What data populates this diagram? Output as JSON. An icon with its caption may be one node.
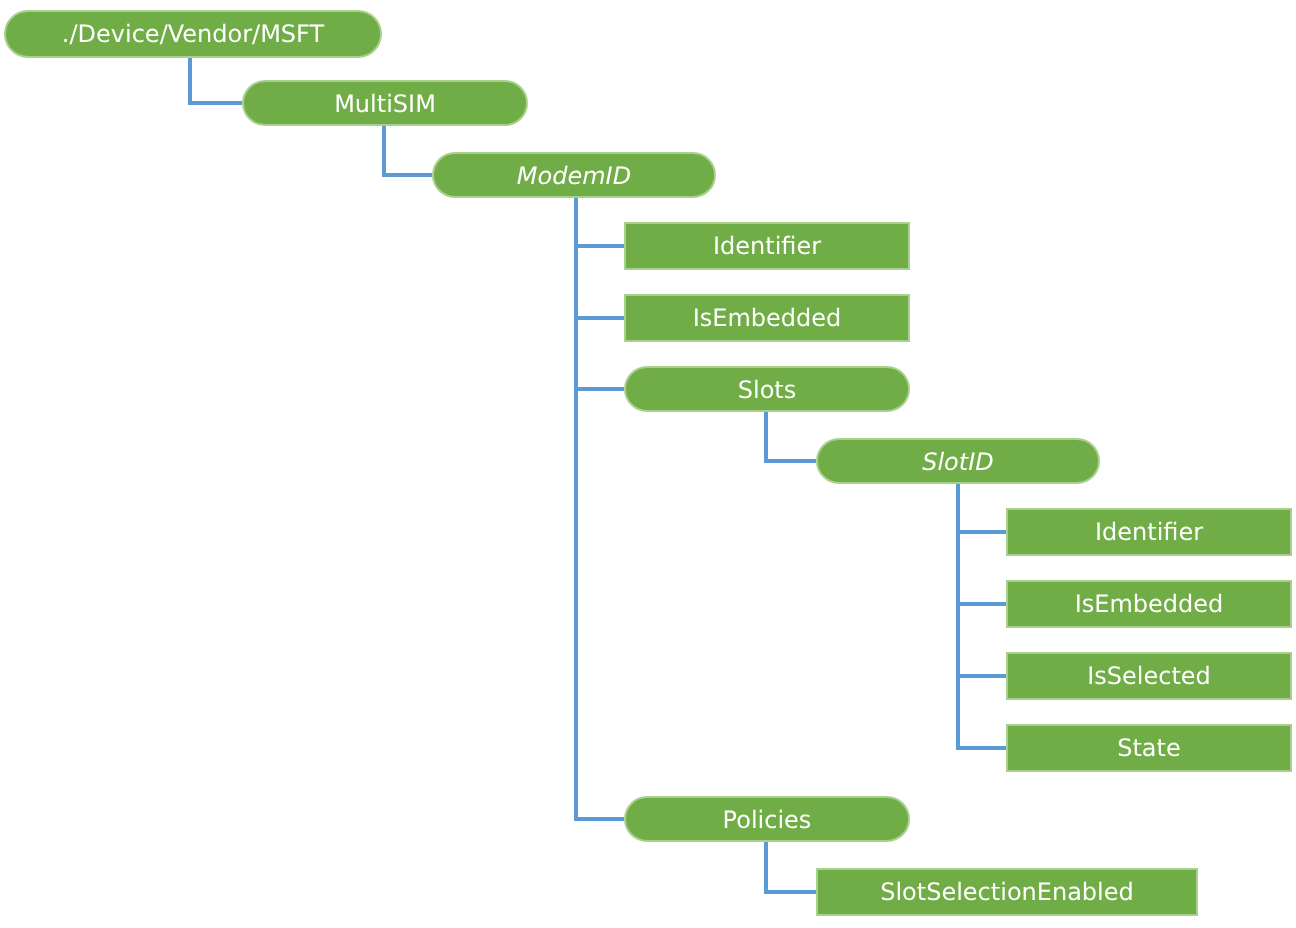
{
  "diagram": {
    "nodes": [
      {
        "text": [
          "./Device/Vendor/MSFT"
        ]
      },
      {
        "text": [
          "MultiSIM"
        ]
      },
      {
        "text": [
          "ModemID"
        ]
      },
      {
        "text": [
          "Identifier"
        ]
      },
      {
        "text": [
          "IsEmbedded"
        ]
      },
      {
        "text": [
          "Slots"
        ]
      },
      {
        "text": [
          "SlotID"
        ]
      },
      {
        "text": [
          "Identifier"
        ]
      },
      {
        "text": [
          "IsEmbedded"
        ]
      },
      {
        "text": [
          "IsSelected"
        ]
      },
      {
        "text": [
          "State"
        ]
      },
      {
        "text": [
          "Policies"
        ]
      },
      {
        "text": [
          "SlotSelectionEnabled"
        ]
      }
    ],
    "edges": [
      {
        "from": 0,
        "to": 1,
        "arrow": "none"
      },
      {
        "from": 1,
        "to": 2,
        "arrow": "none"
      },
      {
        "from": 2,
        "to": 3,
        "arrow": "none"
      },
      {
        "from": 2,
        "to": 4,
        "arrow": "none"
      },
      {
        "from": 2,
        "to": 5,
        "arrow": "none"
      },
      {
        "from": 2,
        "to": 11,
        "arrow": "none"
      },
      {
        "from": 5,
        "to": 6,
        "arrow": "none"
      },
      {
        "from": 6,
        "to": 7,
        "arrow": "none"
      },
      {
        "from": 6,
        "to": 8,
        "arrow": "none"
      },
      {
        "from": 6,
        "to": 9,
        "arrow": "none"
      },
      {
        "from": 6,
        "to": 10,
        "arrow": "none"
      },
      {
        "from": 11,
        "to": 12,
        "arrow": "none"
      }
    ]
  }
}
